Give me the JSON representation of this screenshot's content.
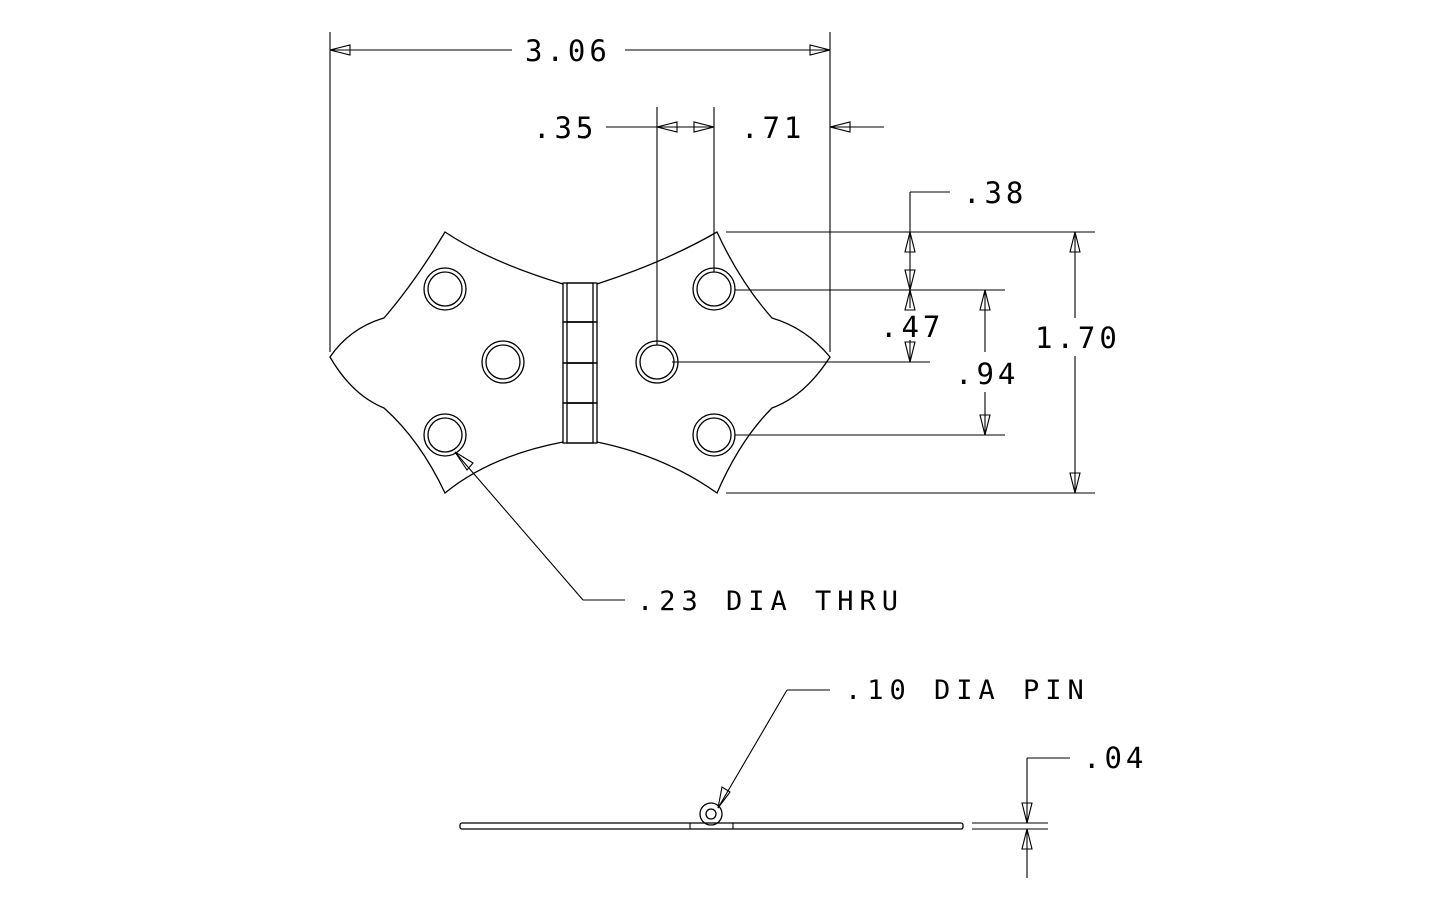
{
  "drawing": {
    "subject": "hinge",
    "colors": {
      "line": "#000000",
      "background": "#ffffff"
    }
  },
  "dimensions": {
    "overall_width": "3.06",
    "hole_offset_inner": ".35",
    "hole_offset_outer": ".71",
    "top_hole_offset": ".38",
    "hole_spacing_half": ".47",
    "hole_spacing": ".94",
    "overall_height": "1.70",
    "thickness": ".04"
  },
  "notes": {
    "hole_callout": ".23 DIA THRU",
    "pin_callout": ".10 DIA PIN"
  }
}
